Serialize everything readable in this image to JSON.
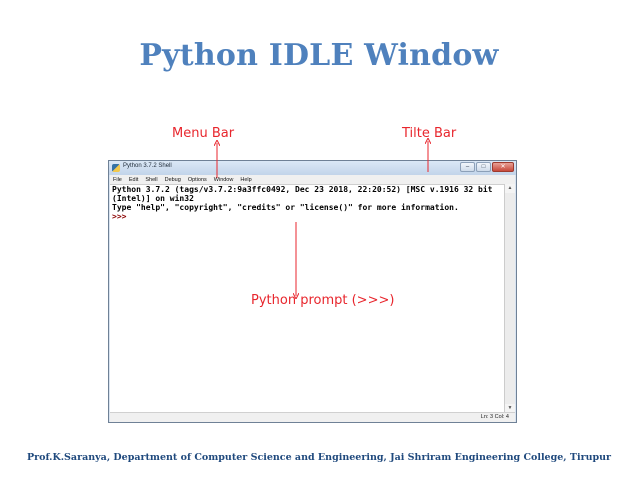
{
  "slide": {
    "title": "Python IDLE Window",
    "footer": "Prof.K.Saranya, Department of Computer Science and Engineering, Jai Shriram Engineering College, Tirupur"
  },
  "annotations": {
    "menu_bar": "Menu Bar",
    "title_bar": "Tilte Bar",
    "python_prompt": "Python prompt (>>>)"
  },
  "window": {
    "title": "Python 3.7.2 Shell",
    "controls": {
      "minimize": "‒",
      "maximize": "□",
      "close": "✕"
    },
    "menu": [
      "File",
      "Edit",
      "Shell",
      "Debug",
      "Options",
      "Window",
      "Help"
    ],
    "shell_lines": [
      "Python 3.7.2 (tags/v3.7.2:9a3ffc0492, Dec 23 2018, 22:20:52) [MSC v.1916 32 bit",
      "(Intel)] on win32",
      "Type \"help\", \"copyright\", \"credits\" or \"license()\" for more information."
    ],
    "prompt": ">>>",
    "status": {
      "line": "Ln: 3",
      "col": "Col: 4"
    }
  },
  "colors": {
    "title": "#4f81bd",
    "annotation": "#e8262d",
    "footer": "#1f497d",
    "prompt": "#8b0000"
  },
  "icons": [
    "python-app-icon",
    "minimize-icon",
    "maximize-icon",
    "close-icon",
    "scroll-up-icon",
    "scroll-down-icon"
  ]
}
